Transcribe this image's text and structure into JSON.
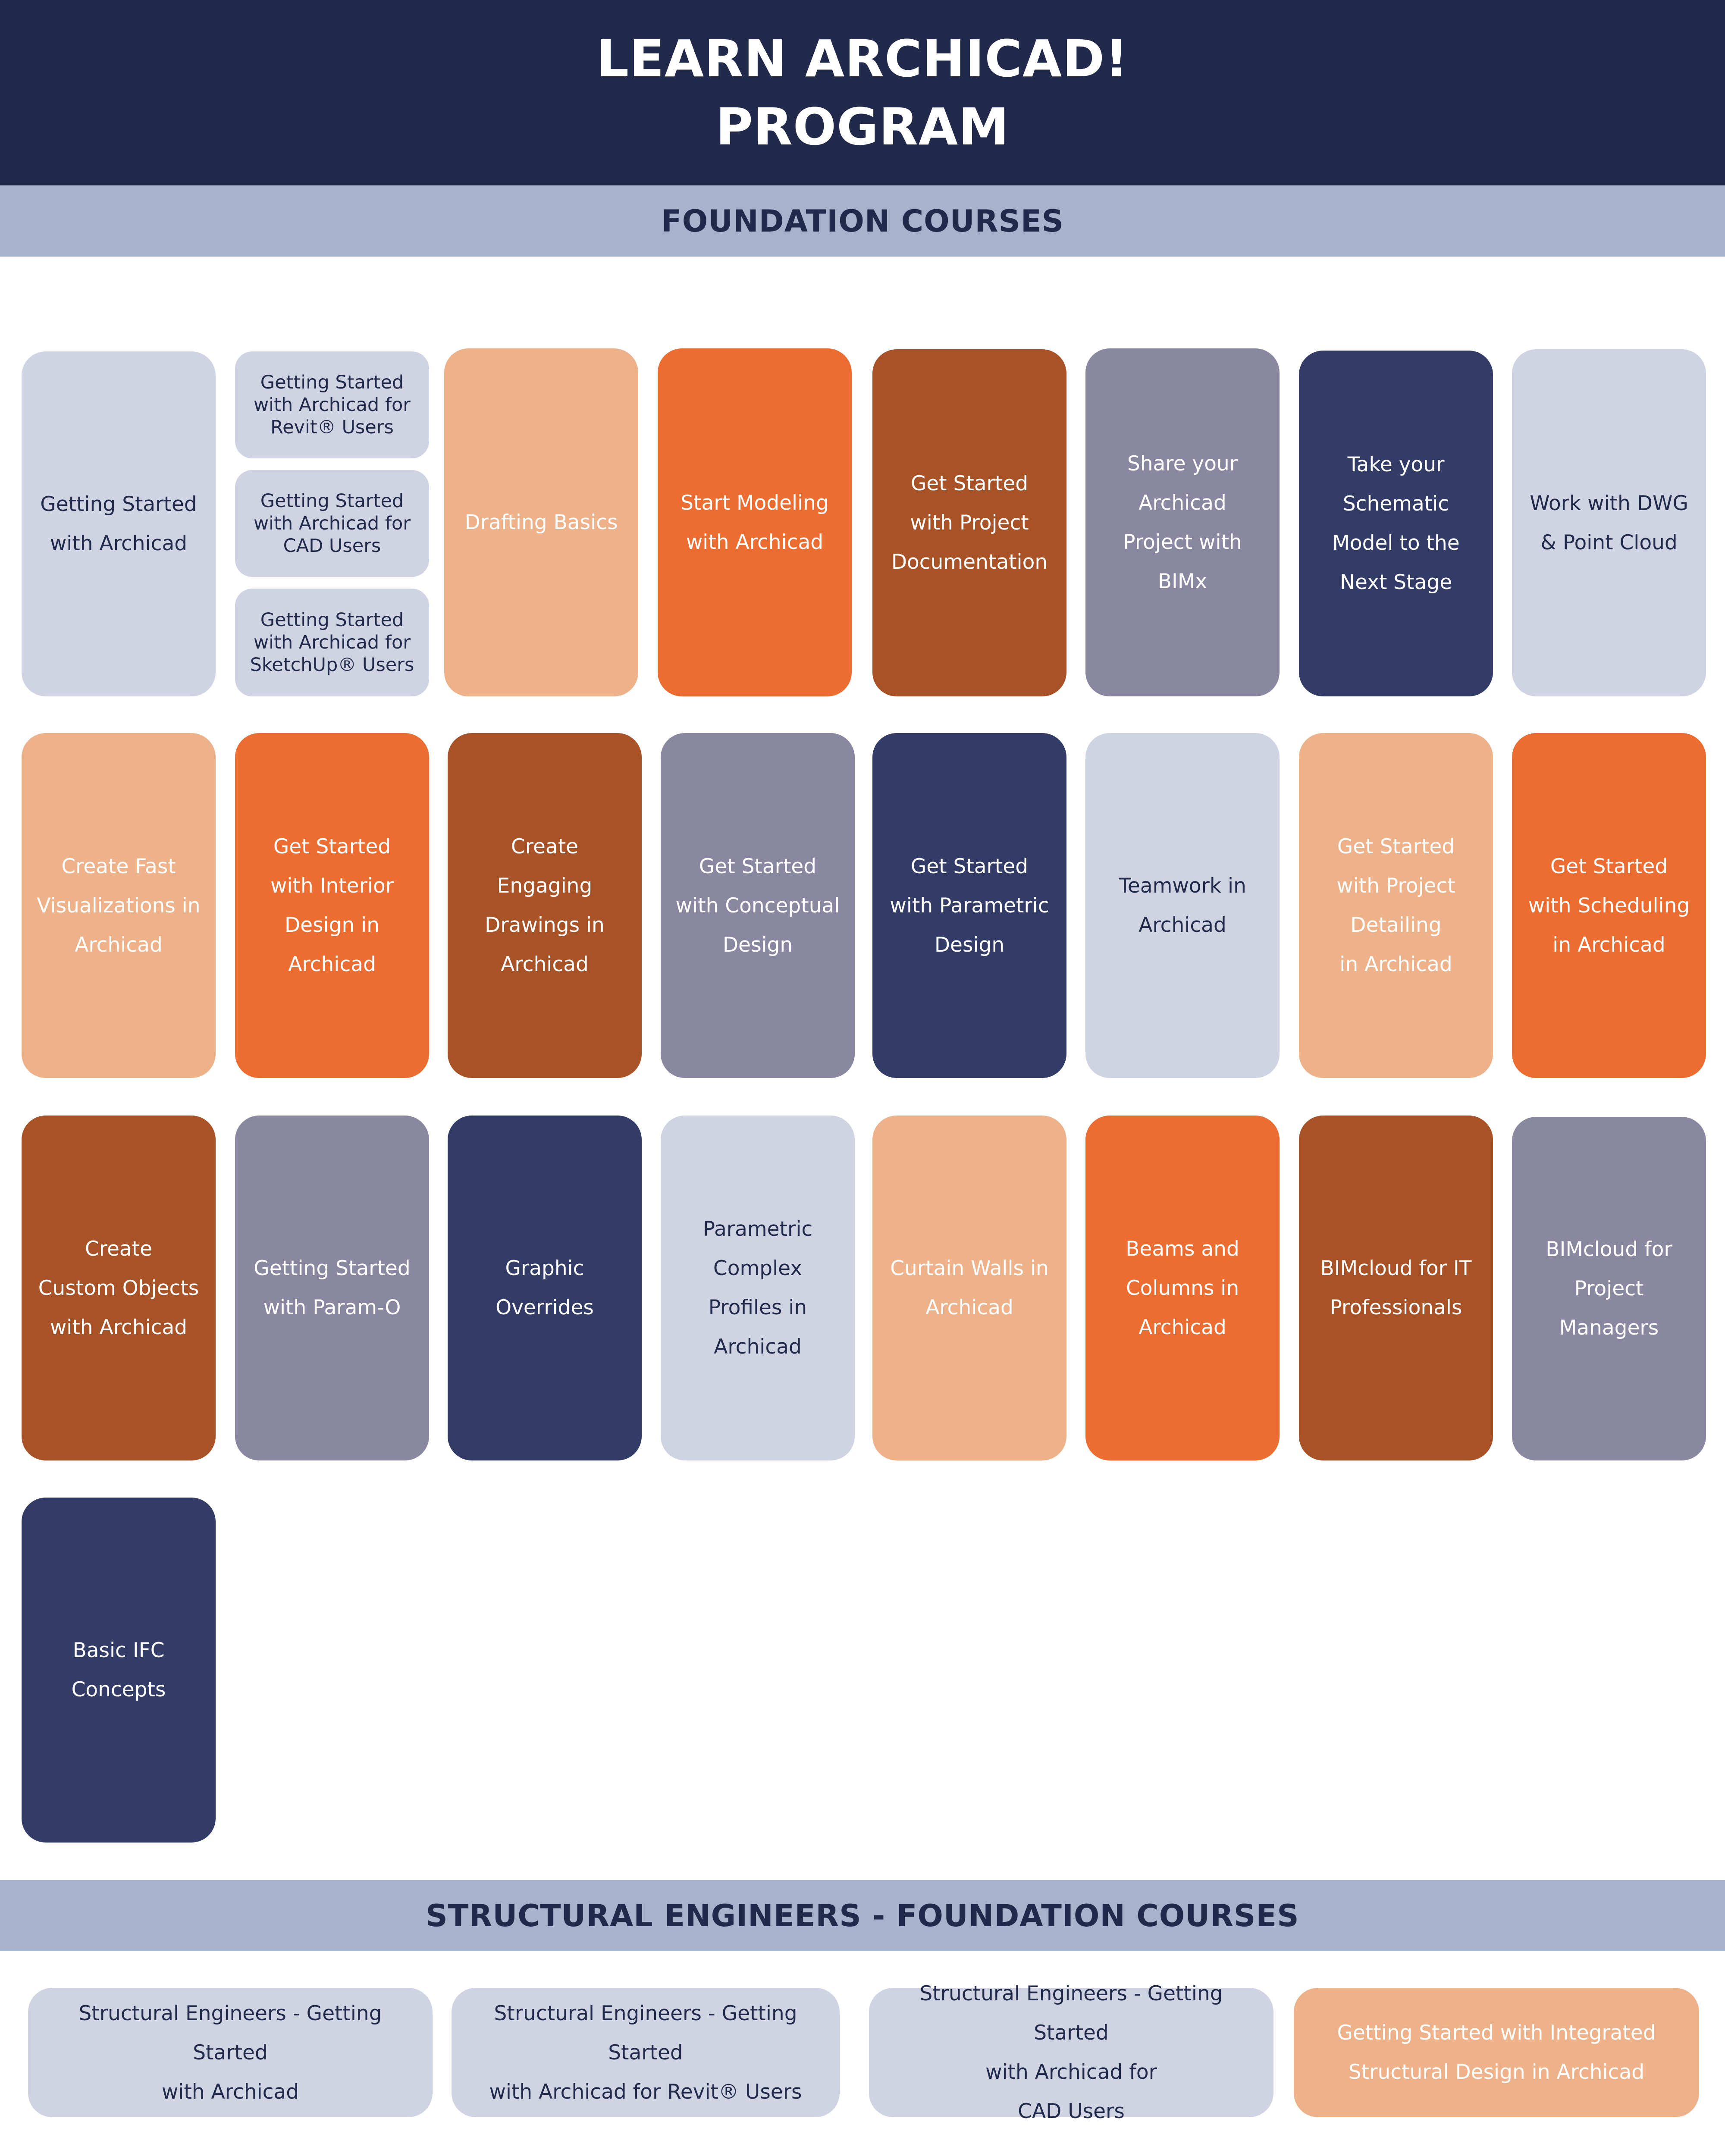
{
  "header": {
    "title_line1": "LEARN ARCHICAD!",
    "title_line2": "PROGRAM"
  },
  "foundation": {
    "heading": "FOUNDATION COURSES",
    "getting_started": "Getting Started\nwith Archicad",
    "revit": "Getting Started\nwith Archicad for\nRevit® Users",
    "cad": "Getting Started\nwith Archicad for\nCAD Users",
    "sketchup": "Getting Started\nwith Archicad for\nSketchUp® Users",
    "drafting": "Drafting Basics",
    "start_modeling": "Start Modeling\nwith Archicad",
    "project_documentation": "Get Started\nwith Project\nDocumentation",
    "bimx": "Share your\nArchicad\nProject with\nBIMx",
    "schematic": "Take your\nSchematic\nModel to the\nNext Stage",
    "dwg": "Work with DWG\n& Point Cloud",
    "fast_viz": "Create Fast\nVisualizations in\nArchicad",
    "interior": "Get Started\nwith Interior\nDesign in\nArchicad",
    "engaging": "Create\nEngaging\nDrawings in\nArchicad",
    "conceptual": "Get Started\nwith Conceptual\nDesign",
    "parametric_design": "Get Started\nwith Parametric\nDesign",
    "teamwork": "Teamwork in\nArchicad",
    "detailing": "Get Started\nwith Project\nDetailing\nin Archicad",
    "scheduling": "Get Started\nwith Scheduling\nin Archicad",
    "custom_objects": "Create\nCustom Objects\nwith Archicad",
    "param_o": "Getting Started\nwith Param-O",
    "graphic_overrides": "Graphic\nOverrides",
    "complex_profiles": "Parametric\nComplex\nProfiles in\nArchicad",
    "curtain_walls": "Curtain Walls in\nArchicad",
    "beams_columns": "Beams and\nColumns in\nArchicad",
    "bimcloud_it": "BIMcloud for IT\nProfessionals",
    "bimcloud_pm": "BIMcloud for\nProject\nManagers",
    "ifc": "Basic IFC\nConcepts"
  },
  "structural": {
    "heading": "STRUCTURAL ENGINEERS - FOUNDATION COURSES",
    "se_getting_started": "Structural Engineers - Getting Started\nwith Archicad",
    "se_revit": "Structural Engineers - Getting\nStarted\nwith Archicad for Revit® Users",
    "se_cad": "Structural Engineers - Getting Started\nwith Archicad for\nCAD Users",
    "se_integrated": "Getting Started with Integrated\nStructural Design in Archicad"
  },
  "colors": {
    "navy_header": "#212a4a",
    "band": "#a7b3cd",
    "light": "#d0d4e2",
    "peach": "#edb289",
    "orange": "#ec6d31",
    "brown": "#a85227",
    "grey": "#8a88a1",
    "navy": "#323c66"
  }
}
